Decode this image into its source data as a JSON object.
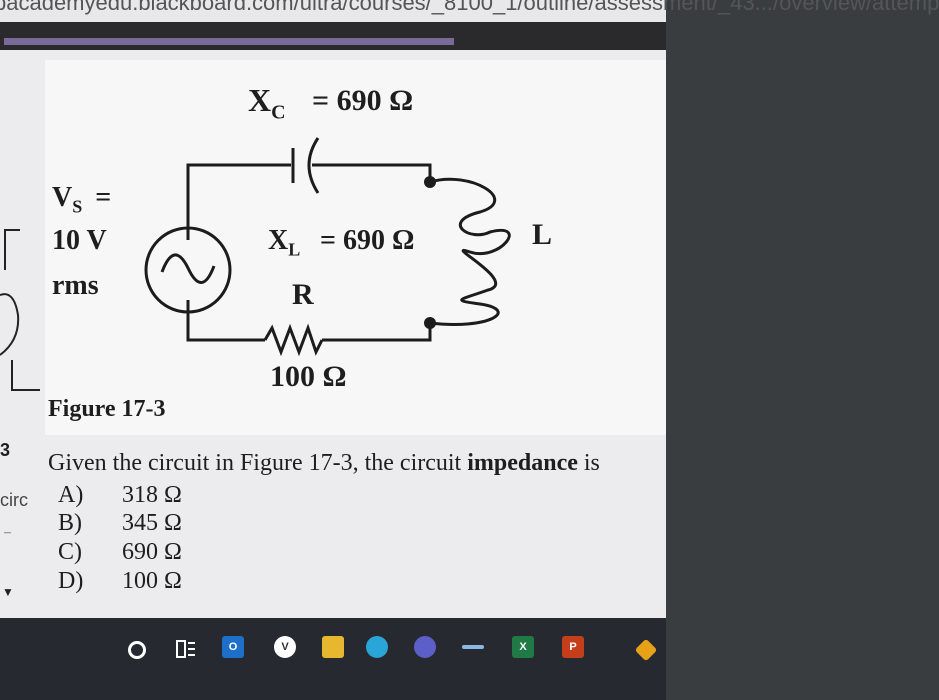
{
  "browser": {
    "url_fragment": "pacademyedu.blackboard.com/ultra/courses/_8100_1/outline/assessment/_43.../overview/attemp"
  },
  "figure": {
    "xc_label": "X",
    "xc_sub": "C",
    "xc_value": "= 690 Ω",
    "vs_line1": "V",
    "vs_sub": "S",
    "vs_eq": "=",
    "vs_line2": "10 V",
    "vs_line3": "rms",
    "xl_label": "X",
    "xl_sub": "L",
    "xl_value": "= 690 Ω",
    "r_label": "R",
    "r_value": "100 Ω",
    "l_label": "L",
    "caption": "Figure 17-3"
  },
  "question": {
    "number": "3",
    "side_fragment": "circ",
    "text_prefix": "Given the circuit in Figure 17-3, the circuit ",
    "text_bold": "impedance",
    "text_suffix": " is",
    "options": [
      {
        "letter": "A)",
        "value": "318 Ω"
      },
      {
        "letter": "B)",
        "value": "345 Ω"
      },
      {
        "letter": "C)",
        "value": "690 Ω"
      },
      {
        "letter": "D)",
        "value": "100 Ω"
      }
    ]
  },
  "taskbar": {
    "outlook_label": "O",
    "vpn_label": "V",
    "excel_label": "X",
    "ppt_label": "P"
  }
}
